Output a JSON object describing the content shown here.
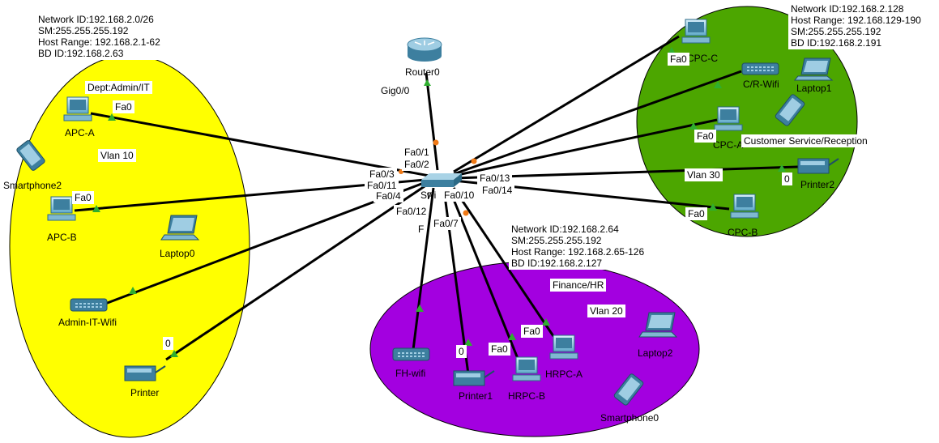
{
  "zones": {
    "admin": {
      "info": [
        "Network ID:192.168.2.0/26",
        "SM:255.255.255.192",
        "Host Range: 192.168.2.1-62",
        "BD ID:192.168.2.63"
      ],
      "dept": "Dept:Admin/IT",
      "vlan": "Vlan 10",
      "color": "#ffff00"
    },
    "cs": {
      "info": [
        "Network ID:192.168.2.128",
        "Host Range: 192.168.129-190",
        "SM:255.255.255.192",
        "BD ID:192.168.2.191"
      ],
      "dept": "Customer Service/Reception",
      "vlan": "Vlan 30",
      "color": "#4ca600"
    },
    "fin": {
      "info": [
        "Network ID:192.168.2.64",
        "SM:255.255.255.192",
        "Host Range: 192.168.2.65-126",
        "BD ID:192.168.2.127"
      ],
      "dept": "Finance/HR",
      "vlan": "Vlan 20",
      "color": "#a300e0"
    }
  },
  "devices": {
    "router": "Router0",
    "switch": "Swi",
    "apca": "APC-A",
    "apcb": "APC-B",
    "smartphone2": "Smartphone2",
    "laptop0": "Laptop0",
    "adminwifi": "Admin-IT-Wifi",
    "printer": "Printer",
    "cpcc": "CPC-C",
    "crwifi": "C/R-Wifi",
    "laptop1": "Laptop1",
    "cpca": "CPC-A",
    "printer2": "Printer2",
    "cpcb": "CPC-B",
    "fhwifi": "FH-wifi",
    "printer1": "Printer1",
    "hrpcb": "HRPC-B",
    "hrpca": "HRPC-A",
    "laptop2": "Laptop2",
    "smartphone0": "Smartphone0"
  },
  "ports": {
    "gig00": "Gig0/0",
    "fa01": "Fa0/1",
    "fa02": "Fa0/2",
    "fa03": "Fa0/3",
    "fa011": "Fa0/11",
    "fa04": "Fa0/4",
    "fa010": "Fa0/10",
    "fa012": "Fa0/12",
    "fa07": "Fa0/7",
    "fa013": "Fa0/13",
    "fa014": "Fa0/14",
    "fa0_apca": "Fa0",
    "fa0_apcb": "Fa0",
    "zero_printer": "0",
    "fa0_cpcc": "Fa0",
    "fa0_cpca": "Fa0",
    "zero_printer2": "0",
    "fa0_cpcb": "Fa0",
    "zero_printer1": "0",
    "fa0_hrpcb": "Fa0",
    "fa0_hrpca": "Fa0",
    "f_partial1": "F",
    "f_partial2": "F"
  },
  "colors": {
    "link": "#000000",
    "up": "#2fae2f",
    "pending": "#f07a17"
  }
}
